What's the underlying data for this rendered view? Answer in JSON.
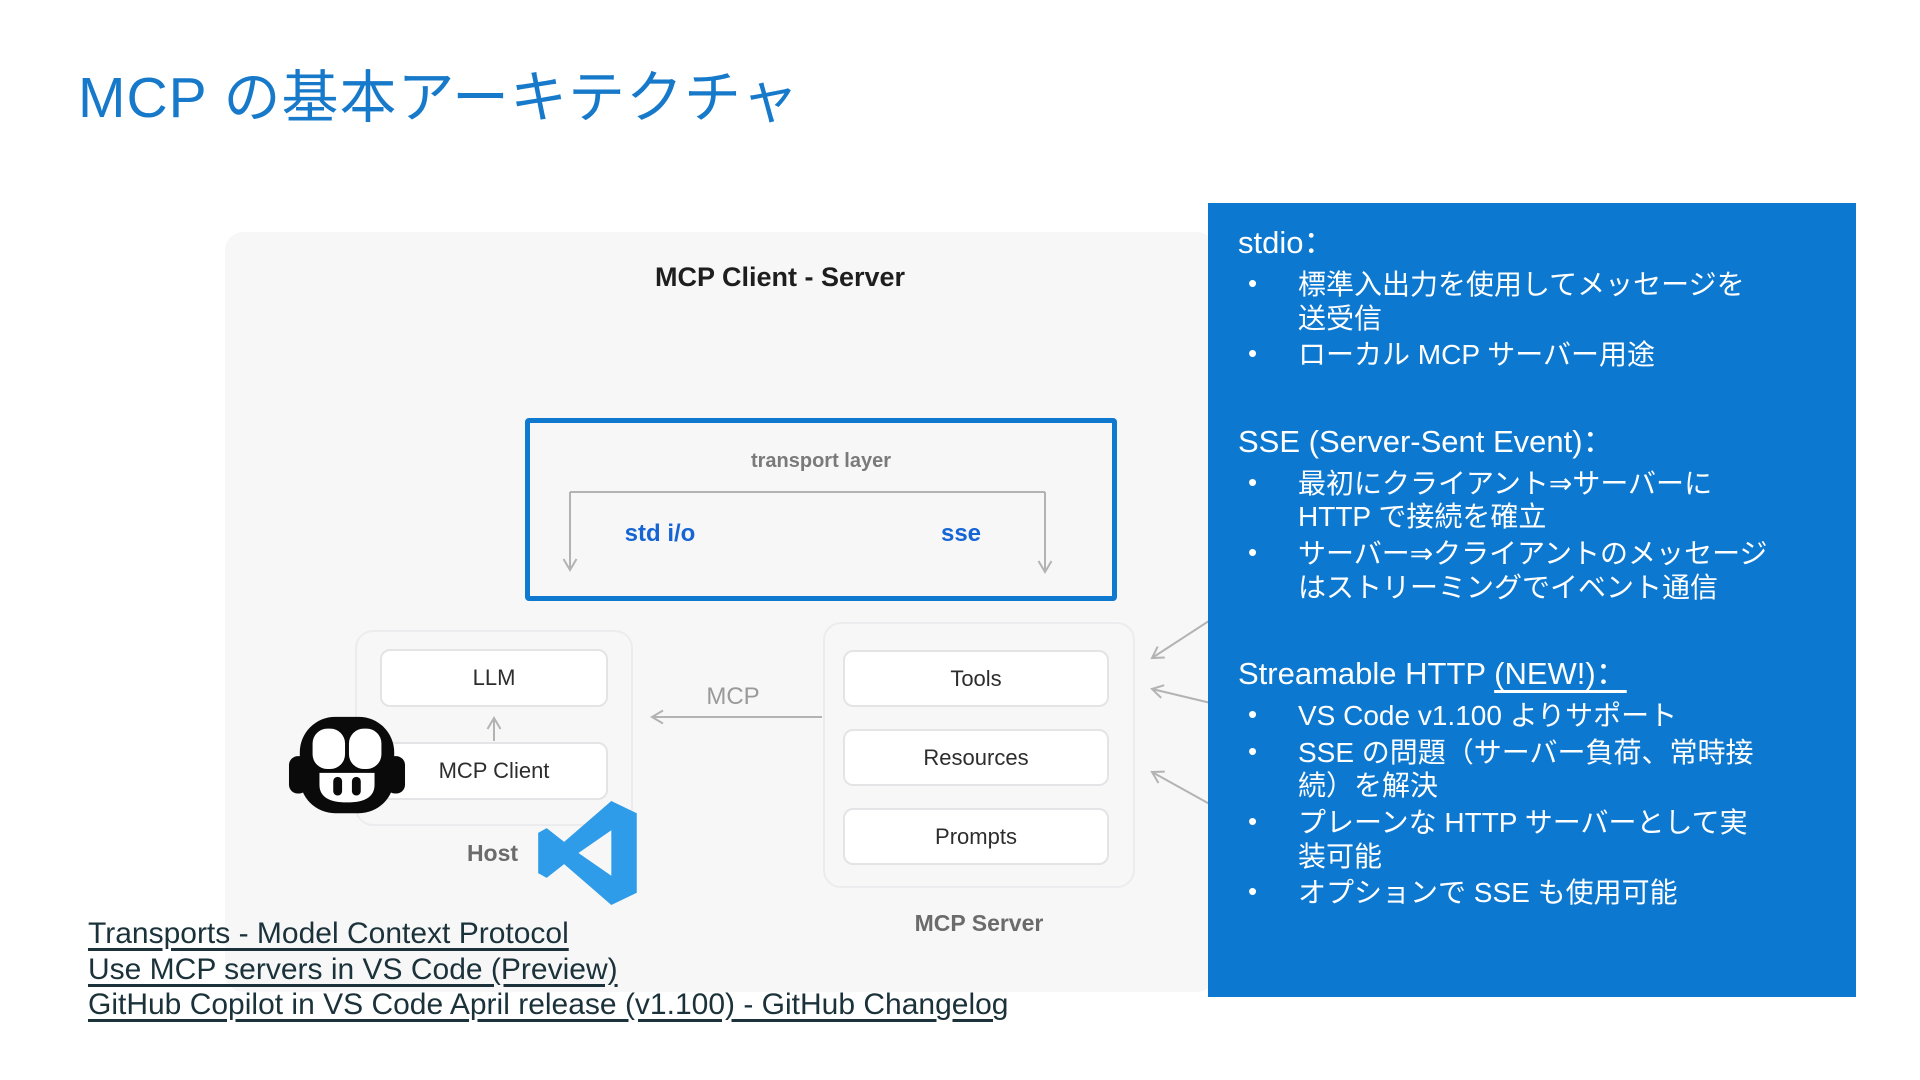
{
  "title": "MCP の基本アーキテクチャ",
  "colors": {
    "title_blue": "#1779ca",
    "notes_panel_blue": "#0d78d0",
    "transport_border_blue": "#0f78cf",
    "channel_label_blue": "#1565d5",
    "vscode_logo_blue": "#2e9ce8",
    "arrow_gray": "#b3b3b3"
  },
  "diagram": {
    "heading": "MCP Client - Server",
    "transport": {
      "label": "transport layer",
      "left_channel": "std i/o",
      "right_channel": "sse"
    },
    "host": {
      "llm": "LLM",
      "client": "MCP Client",
      "caption": "Host"
    },
    "link_label": "MCP",
    "server": {
      "items": [
        "Tools",
        "Resources",
        "Prompts"
      ],
      "caption": "MCP Server"
    },
    "icons": {
      "mascot": "github-copilot-mascot-icon",
      "vscode": "vscode-logo-icon"
    }
  },
  "notes": {
    "sections": [
      {
        "heading": "stdio：",
        "bullets": [
          "標準入出力を使用してメッセージを送受信",
          "ローカル MCP サーバー用途"
        ]
      },
      {
        "heading": "SSE (Server-Sent Event)：",
        "bullets": [
          "最初にクライアント⇒サーバーに HTTP で接続を確立",
          "サーバー⇒クライアントのメッセージはストリーミングでイベント通信"
        ]
      },
      {
        "heading": "Streamable HTTP ",
        "heading_new": "(NEW!)：",
        "bullets": [
          "VS Code v1.100 よりサポート",
          "SSE の問題（サーバー負荷、常時接続）を解決",
          "プレーンな HTTP サーバーとして実装可能",
          "オプションで SSE も使用可能"
        ]
      }
    ]
  },
  "links": [
    "Transports - Model Context Protocol",
    "Use MCP servers in VS Code (Preview)",
    "GitHub Copilot in VS Code April release (v1.100) - GitHub Changelog"
  ]
}
